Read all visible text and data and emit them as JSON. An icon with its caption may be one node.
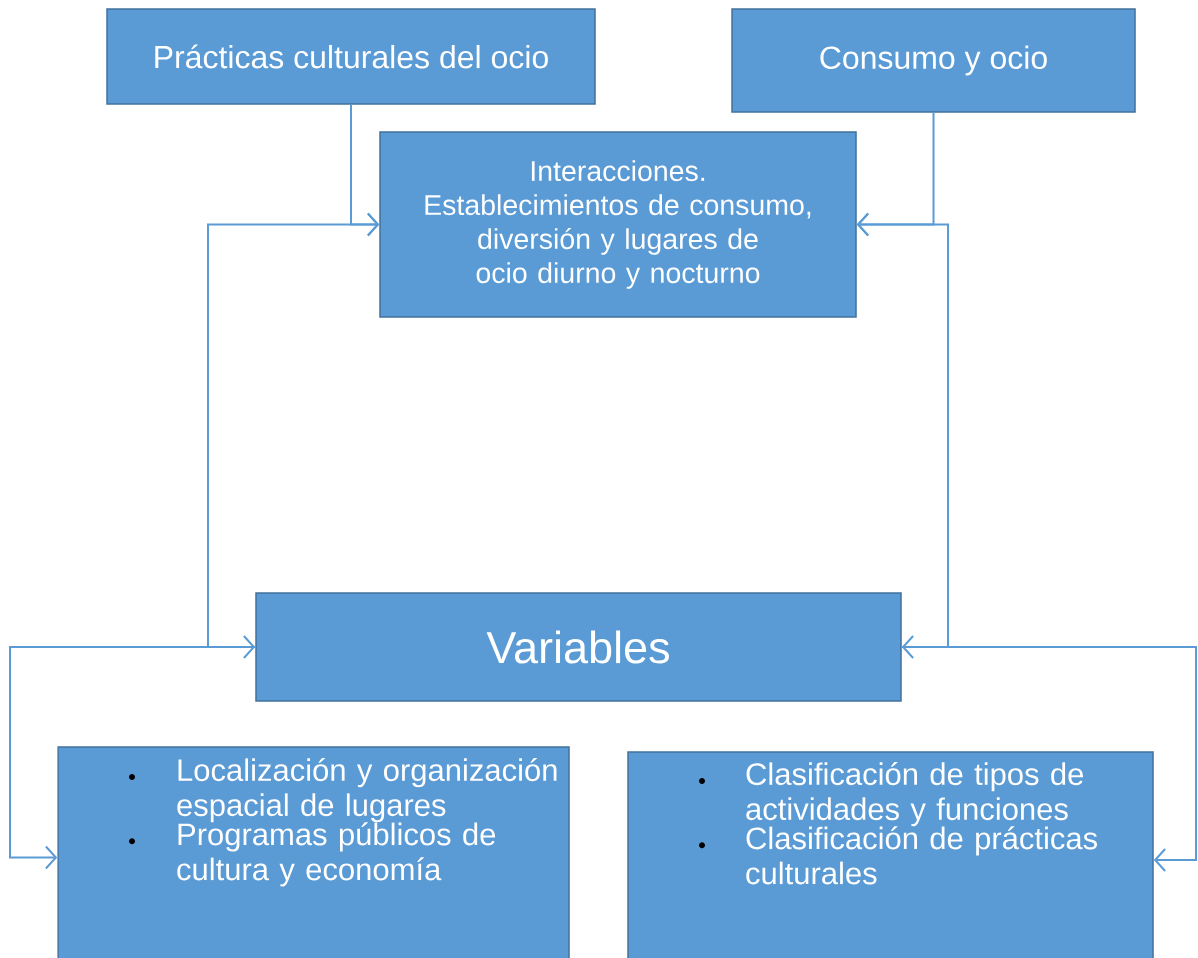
{
  "diagram": {
    "nodes": [
      {
        "text": [
          "Prácticas culturales del ocio"
        ]
      },
      {
        "text": [
          "Consumo y ocio"
        ]
      },
      {
        "text": [
          "Interacciones.",
          "Establecimientos de consumo, diversión y lugares de ocio diurno y nocturno"
        ]
      },
      {
        "text": [
          "Variables"
        ]
      },
      {
        "text": [
          "Localización y organización espacial de lugares",
          "Programas públicos de cultura y economía"
        ]
      },
      {
        "text": [
          "Clasificación de tipos de actividades y funciones",
          "Clasificación de prácticas culturales"
        ]
      }
    ],
    "edges": [
      {
        "from": 0,
        "to": 2,
        "arrow": "to"
      },
      {
        "from": 1,
        "to": 2,
        "arrow": "to"
      },
      {
        "from": 3,
        "to": 2,
        "arrow": "to"
      },
      {
        "from": 3,
        "to": 4,
        "arrow": "both"
      },
      {
        "from": 3,
        "to": 2,
        "arrow": "to"
      },
      {
        "from": 3,
        "to": 5,
        "arrow": "both"
      }
    ]
  }
}
